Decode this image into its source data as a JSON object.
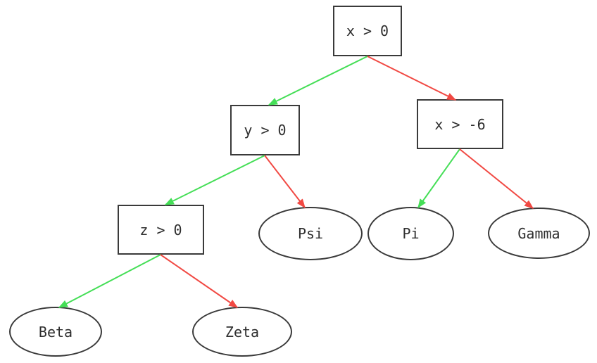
{
  "tree": {
    "nodes": {
      "root": {
        "label": "x > 0",
        "type": "decision"
      },
      "y_gt_0": {
        "label": "y > 0",
        "type": "decision"
      },
      "x_gt_neg6": {
        "label": "x > -6",
        "type": "decision"
      },
      "z_gt_0": {
        "label": "z > 0",
        "type": "decision"
      },
      "psi": {
        "label": "Psi",
        "type": "leaf"
      },
      "pi": {
        "label": "Pi",
        "type": "leaf"
      },
      "gamma": {
        "label": "Gamma",
        "type": "leaf"
      },
      "beta": {
        "label": "Beta",
        "type": "leaf"
      },
      "zeta": {
        "label": "Zeta",
        "type": "leaf"
      }
    },
    "edges": [
      {
        "from": "x > 0",
        "to": "y > 0",
        "branch": "true"
      },
      {
        "from": "x > 0",
        "to": "x > -6",
        "branch": "false"
      },
      {
        "from": "y > 0",
        "to": "z > 0",
        "branch": "true"
      },
      {
        "from": "y > 0",
        "to": "Psi",
        "branch": "false"
      },
      {
        "from": "x > -6",
        "to": "Pi",
        "branch": "true"
      },
      {
        "from": "x > -6",
        "to": "Gamma",
        "branch": "false"
      },
      {
        "from": "z > 0",
        "to": "Beta",
        "branch": "true"
      },
      {
        "from": "z > 0",
        "to": "Zeta",
        "branch": "false"
      }
    ],
    "palette": {
      "true_edge": "#44de56",
      "false_edge": "#f14943",
      "node_border": "#3a3a3a",
      "node_fill": "#ffffff",
      "text": "#2e2e2e",
      "background": "#ffffff"
    }
  }
}
